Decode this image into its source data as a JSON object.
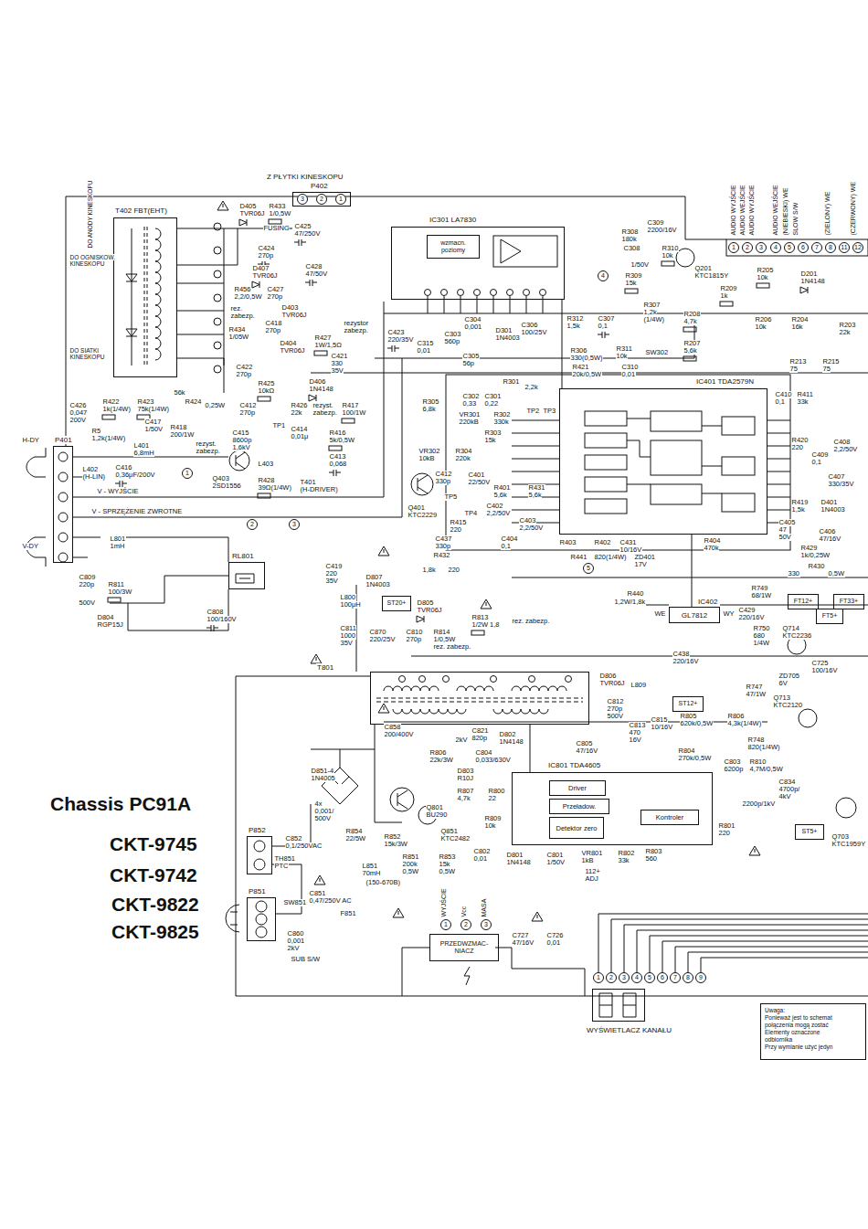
{
  "diagram": {
    "nodes": [
      {
        "text": [
          "Z PŁYTKI KINESKOPU",
          "P402"
        ]
      },
      {
        "text": [
          "IC301 LA7830"
        ]
      },
      {
        "text": [
          "wzmacn. poziomy"
        ],
        "in": 1
      },
      {
        "text": [
          "IC401 TDA2579N"
        ]
      },
      {
        "text": [
          "IC402",
          "GL7812"
        ]
      },
      {
        "text": [
          "IC801 TDA4605"
        ]
      },
      {
        "text": [
          "Driver"
        ],
        "in": 5
      },
      {
        "text": [
          "Przeładow."
        ],
        "in": 5
      },
      {
        "text": [
          "Detektor zero"
        ],
        "in": 5
      },
      {
        "text": [
          "Kontroler"
        ],
        "in": 5
      },
      {
        "text": [
          "T801"
        ]
      },
      {
        "text": [
          "T402 FBT(EHT)"
        ]
      },
      {
        "text": [
          "PRZEDWZMAC- NIACZ"
        ]
      },
      {
        "text": [
          "WYŚWIETLACZ KANAŁU"
        ]
      },
      {
        "text": [
          "Uwaga:",
          "Ponieważ jest to schemat",
          "połączenia mogą zostać",
          "Elementy oznaczone",
          "odbiornika",
          "Przy wymianie użyć jedyn"
        ]
      },
      {
        "text": [
          "RL801"
        ]
      },
      {
        "text": [
          "P401"
        ]
      },
      {
        "text": [
          "P852"
        ]
      },
      {
        "text": [
          "P851"
        ]
      },
      {
        "text": [
          "ST20+"
        ]
      },
      {
        "text": [
          "FT12+"
        ]
      },
      {
        "text": [
          "FT33+"
        ]
      },
      {
        "text": [
          "FT5+"
        ]
      },
      {
        "text": [
          "ST12+"
        ]
      },
      {
        "text": [
          "ST5+"
        ]
      }
    ],
    "edges": [
      {
        "from": 1,
        "to": 3,
        "arrow": "none"
      },
      {
        "from": 4,
        "to": 3,
        "arrow": "none"
      },
      {
        "from": 10,
        "to": 5,
        "arrow": "none"
      }
    ],
    "labels": [
      "DO ANODY KINESKOPU",
      "DO OGNISKOW.",
      "KINESKOPU",
      "DO SIATKI",
      "KINESKOPU",
      "D405",
      "TVR06J",
      "R433",
      "1/0,5W",
      "FUSING",
      "C425",
      "47/250V",
      "C424",
      "270p",
      "D407",
      "TVR06J",
      "C428",
      "47/50V",
      "R456",
      "2,2/0,5W",
      "C427",
      "270p",
      "D403",
      "TVR06J",
      "rez.",
      "zabezp.",
      "R434",
      "1/05W",
      "C418",
      "270p",
      "D404",
      "TVR06J",
      "R427",
      "1W/1,5Ω",
      "rezystor",
      "zabezp.",
      "C421",
      "330",
      "35V",
      "C422",
      "270p",
      "R425",
      "10kΩ",
      "D406",
      "1N4148",
      "C426",
      "0,047",
      "200V",
      "R422",
      "1k(1/4W)",
      "R423",
      "75k(1/4W)",
      "56k",
      "R424",
      "0,25W",
      "C412",
      "270p",
      "TP1",
      "R426",
      "22k",
      "rezyst.",
      "zabezp.",
      "R417",
      "100/1W",
      "C414",
      "0,01μ",
      "R416",
      "5k/0,5W",
      "C413",
      "0,068",
      "R5",
      "1,2k(1/4W)",
      "L401",
      "6,8mH",
      "C417",
      "1/50V",
      "R418",
      "200/1W",
      "rezyst.",
      "zabezp.",
      "C415",
      "8600p",
      "1,6kV",
      "L402",
      "(H-LIN)",
      "C416",
      "0,36μF/200V",
      "Q403",
      "2SD1556",
      "R428",
      "39Ω(1/4W)",
      "L403",
      "T401",
      "(H-DRIVER)",
      "H-DY",
      "V - WYJŚCIE",
      "V - SPRZĘŻENIE ZWROTNE",
      "L801",
      "1mH",
      "V-DY",
      "C809",
      "220p",
      "500V",
      "R811",
      "100/3W",
      "D804",
      "RGP15J",
      "C808",
      "100/160V",
      "C419",
      "220",
      "35V",
      "D807",
      "1N4003",
      "L800",
      "100μH",
      "D805",
      "TVR06J",
      "C811",
      "1000",
      "35V",
      "C870",
      "220/25V",
      "C810",
      "270p",
      "R814",
      "1/0,5W",
      "rez. zabezp.",
      "R813",
      "1/2W 1,8",
      "rez. zabezp.",
      "C423",
      "220/35V",
      "C315",
      "0,01",
      "C303",
      "560p",
      "C304",
      "0,001",
      "D301",
      "1N4003",
      "C306",
      "100/25V",
      "C305",
      "56p",
      "R308",
      "180k",
      "C309",
      "2200/16V",
      "C308",
      "1/50V",
      "R309",
      "15k",
      "R310",
      "10k",
      "R312",
      "1,5k",
      "C307",
      "0,1",
      "R307",
      "1,2k",
      "(1/4W)",
      "R306",
      "330(0,5W)",
      "R311",
      "10k",
      "SW302",
      "Q201",
      "KTC1815Y",
      "R209",
      "1k",
      "R208",
      "4,7k",
      "R207",
      "5,6k",
      "R205",
      "10k",
      "D201",
      "1N4148",
      "R206",
      "10k",
      "R204",
      "16k",
      "R203",
      "22k",
      "R213",
      "75",
      "R215",
      "75",
      "R305",
      "6,8k",
      "C302",
      "0,33",
      "C301",
      "0,22",
      "R301",
      "2,2k",
      "R421",
      "20k/0,5W",
      "C310",
      "0,01",
      "VR301",
      "220kB",
      "R302",
      "330k",
      "TP2",
      "TP3",
      "R303",
      "15k",
      "VR302",
      "10kB",
      "R304",
      "220k",
      "C412",
      "330p",
      "C401",
      "22/50V",
      "R401",
      "5,6k",
      "R431",
      "5,6k",
      "Q401",
      "KTC2229",
      "TP5",
      "TP4",
      "C402",
      "2,2/50V",
      "C403",
      "2,2/50V",
      "R415",
      "220",
      "C437",
      "330p",
      "C404",
      "0,1",
      "R403",
      "R402",
      "C431",
      "10/16V",
      "R404",
      "470k",
      "R432",
      "1,8k",
      "220",
      "R441",
      "820(1/4W)",
      "ZD401",
      "17V",
      "C410",
      "0,1",
      "R411",
      "33k",
      "R420",
      "220",
      "C409",
      "0,1",
      "C408",
      "2,2/50V",
      "C407",
      "330/35V",
      "R419",
      "1,5k",
      "D401",
      "1N4003",
      "C405",
      "47",
      "50V",
      "C406",
      "47/16V",
      "R429",
      "1k/0,25W",
      "330",
      "R430",
      "0,5W",
      "R440",
      "1,2W/1,8k",
      "WE",
      "WY",
      "C429",
      "220/16V",
      "R749",
      "68/1W",
      "R750",
      "680",
      "1/4W",
      "Q714",
      "KTC2236",
      "ZD705",
      "6V",
      "C725",
      "100/16V",
      "C438",
      "220/16V",
      "L809",
      "D806",
      "TVR06J",
      "C812",
      "270p",
      "500V",
      "C813",
      "470",
      "16V",
      "C815",
      "10/16V",
      "R747",
      "47/1W",
      "Q713",
      "KTC2120",
      "R805",
      "620k/0,5W",
      "R806",
      "4,3k(1/4W)",
      "R748",
      "820(1/4W)",
      "R804",
      "270k/0,5W",
      "C803",
      "6200p",
      "R810",
      "4,7M/0,5W",
      "C834",
      "4700p/",
      "4kV",
      "2200p/1kV",
      "R801",
      "220",
      "Q703",
      "KTC1959Y",
      "C858",
      "200/400V",
      "D851-4",
      "1N4005",
      "4x",
      "0,001/",
      "500V",
      "R806",
      "22k/3W",
      "D803",
      "R10J",
      "C804",
      "0,033/630V",
      "2kV",
      "C821",
      "820p",
      "D802",
      "1N4148",
      "C805",
      "47/16V",
      "Q801",
      "BU290",
      "R807",
      "4,7k",
      "R800",
      "22",
      "R854",
      "22/5W",
      "R852",
      "15k/3W",
      "Q851",
      "KTC2482",
      "R851",
      "200k",
      "0,5W",
      "R853",
      "15k",
      "0,5W",
      "C802",
      "0,01",
      "D801",
      "1N4148",
      "C801",
      "1/50V",
      "R809",
      "10k",
      "VR801",
      "1kB",
      "112+",
      "ADJ",
      "R802",
      "33k",
      "R803",
      "560",
      "C852",
      "0,1/250VAC",
      "TH851",
      "PTC",
      "L851",
      "70mH",
      "(150-670B)",
      "C851",
      "0,47/250V AC",
      "SW851",
      "F851",
      "C860",
      "0,001",
      "2kV",
      "SUB S/W",
      "C727",
      "47/16V",
      "C726",
      "0,01",
      "WYJŚCIE",
      "Vcc",
      "MASA",
      "1",
      "2",
      "3",
      "1",
      "2",
      "3",
      "4",
      "5",
      "6",
      "7",
      "8",
      "9",
      "3",
      "2",
      "1",
      "1",
      "2",
      "3",
      "4",
      "5",
      "6",
      "7",
      "8",
      "11",
      "12",
      "AUDIO WYJŚCIE",
      "AUDIO WEJŚCIE",
      "AUDIO WYJŚCIE",
      "AUDIO WEJŚCIE",
      "(NIEBIESKI) WE",
      "SLOW S/W",
      "(ZIELONY) WE",
      "(CZERWONY) WE",
      "4",
      "1",
      "2",
      "3",
      "5",
      "Chassis PC91A",
      "CKT-9745",
      "CKT-9742",
      "CKT-9822",
      "CKT-9825"
    ]
  }
}
